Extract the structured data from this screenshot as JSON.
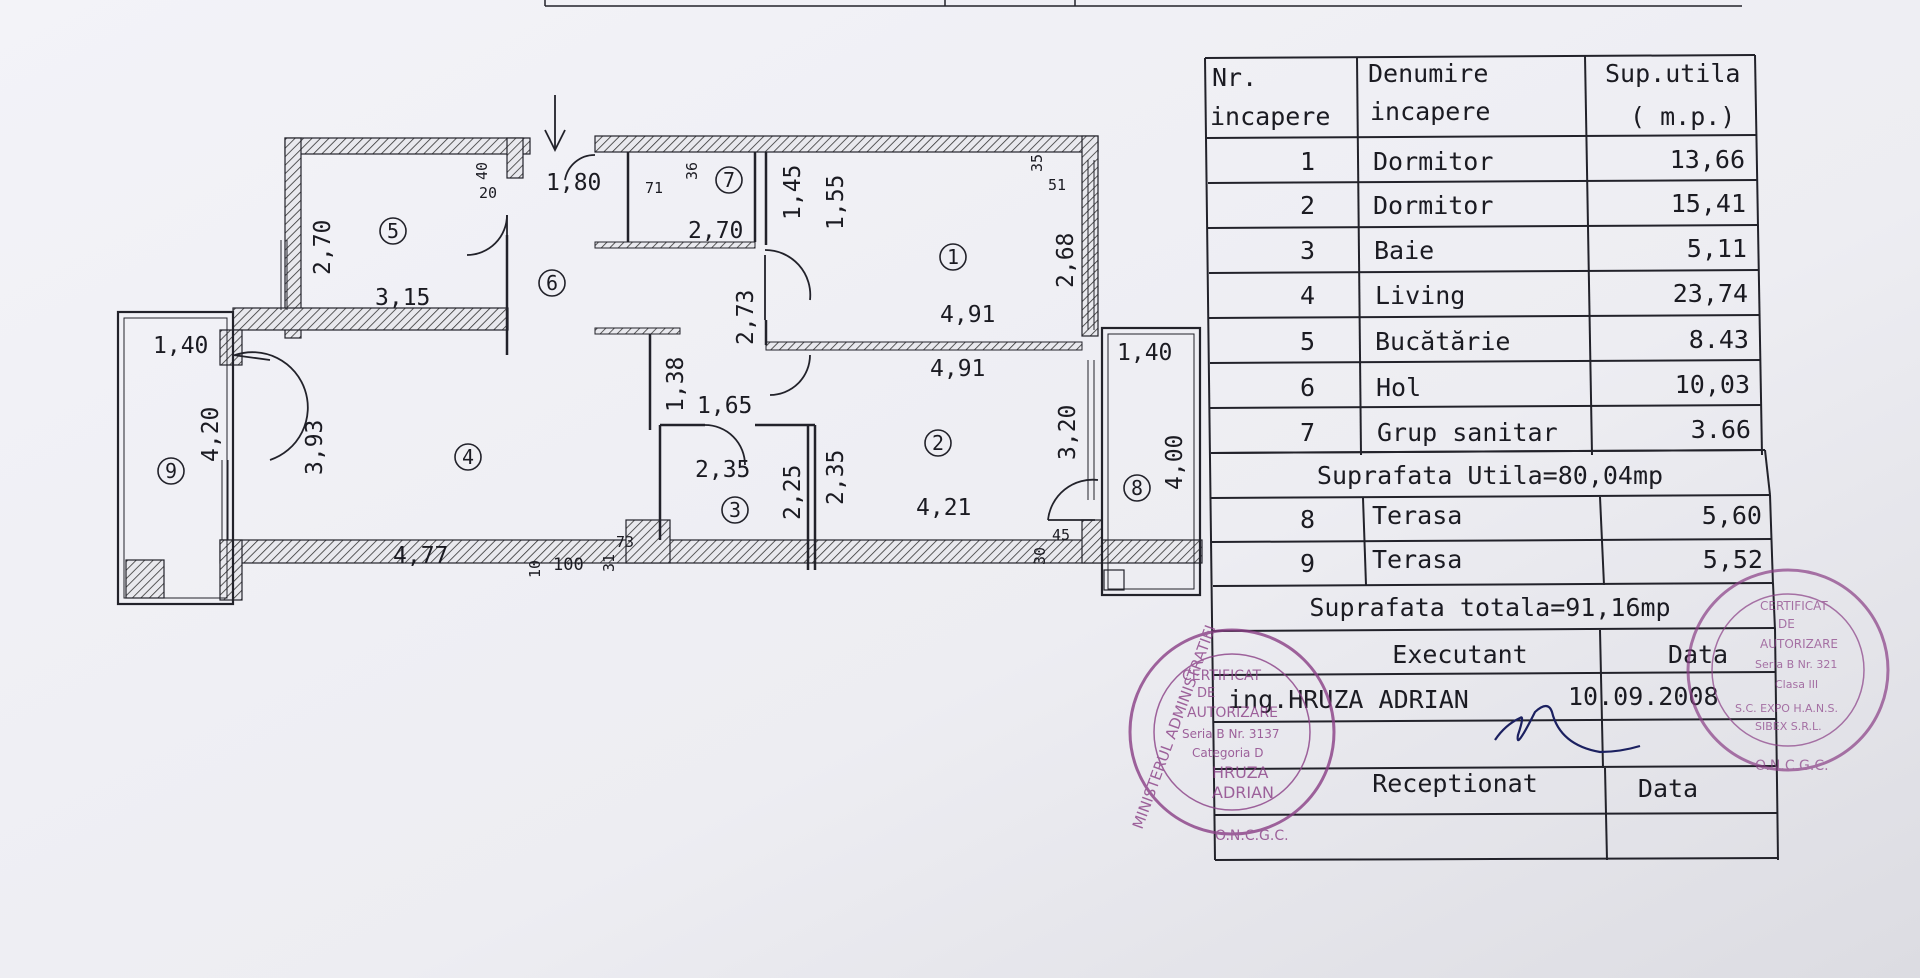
{
  "plan": {
    "rooms": [
      {
        "num": "1",
        "dims": [
          "4,91",
          "2,68",
          "1,55",
          "35",
          "51"
        ]
      },
      {
        "num": "2",
        "dims": [
          "4,91",
          "4,21",
          "3,20",
          "2,35",
          "30",
          "45"
        ]
      },
      {
        "num": "3",
        "dims": [
          "2,35",
          "2,25"
        ]
      },
      {
        "num": "4",
        "dims": [
          "4,77",
          "3,93",
          "10",
          "100",
          "31",
          "73"
        ]
      },
      {
        "num": "5",
        "dims": [
          "2,70",
          "3,15",
          "40",
          "20"
        ]
      },
      {
        "num": "6",
        "dims": [
          "1,80"
        ]
      },
      {
        "num": "7",
        "dims": [
          "2,70",
          "1,45",
          "71",
          "36"
        ]
      },
      {
        "num": "8",
        "dims": [
          "1,40",
          "4,00"
        ]
      },
      {
        "num": "9",
        "dims": [
          "1,40",
          "4,20"
        ]
      }
    ],
    "extra_dims": [
      "2,73",
      "1,38",
      "1,65"
    ]
  },
  "table": {
    "head": {
      "col1": [
        "Nr.",
        "incapere"
      ],
      "col2": [
        "Denumire",
        "incapere"
      ],
      "col3": [
        "Sup.utila",
        "( m.p.)"
      ]
    },
    "rows": [
      {
        "nr": "1",
        "name": "Dormitor",
        "area": "13,66"
      },
      {
        "nr": "2",
        "name": "Dormitor",
        "area": "15,41"
      },
      {
        "nr": "3",
        "name": "Baie",
        "area": "5,11"
      },
      {
        "nr": "4",
        "name": "Living",
        "area": "23,74"
      },
      {
        "nr": "5",
        "name": "Bucătărie",
        "area": "8.43"
      },
      {
        "nr": "6",
        "name": "Hol",
        "area": "10,03"
      },
      {
        "nr": "7",
        "name": "Grup sanitar",
        "area": "3.66"
      }
    ],
    "util_total": "Suprafata Utila=80,04mp",
    "terrace_rows": [
      {
        "nr": "8",
        "name": "Terasa",
        "area": "5,60"
      },
      {
        "nr": "9",
        "name": "Terasa",
        "area": "5,52"
      }
    ],
    "grand_total": "Suprafata totala=91,16mp",
    "executant_label": "Executant",
    "data_label": "Data",
    "executant_name": "ing.HRUZA ADRIAN",
    "executant_date": "10.09.2008",
    "receptionat_label": "Receptionat",
    "data_label2": "Data"
  },
  "stamps": {
    "left": [
      "MINISTERUL ADMINISTRATIEI",
      "CERTIFICAT",
      "DE",
      "AUTORIZARE",
      "Seria B Nr. 3137",
      "Categoria D",
      "HRUZA",
      "ADRIAN",
      "O.N.C.G.C."
    ],
    "right": [
      "CERTIFICAT",
      "DE",
      "AUTORIZARE",
      "Seria B Nr. 321",
      "Clasa III",
      "S.C. EXPO H.A.N.S.",
      "SIBEX S.R.L.",
      "O.N.C.G.C."
    ]
  },
  "colors": {
    "paper": "#f1f1f6",
    "ink": "#1b1b22",
    "stamp": "#8a3f86",
    "desk": "#b9b5ad"
  }
}
